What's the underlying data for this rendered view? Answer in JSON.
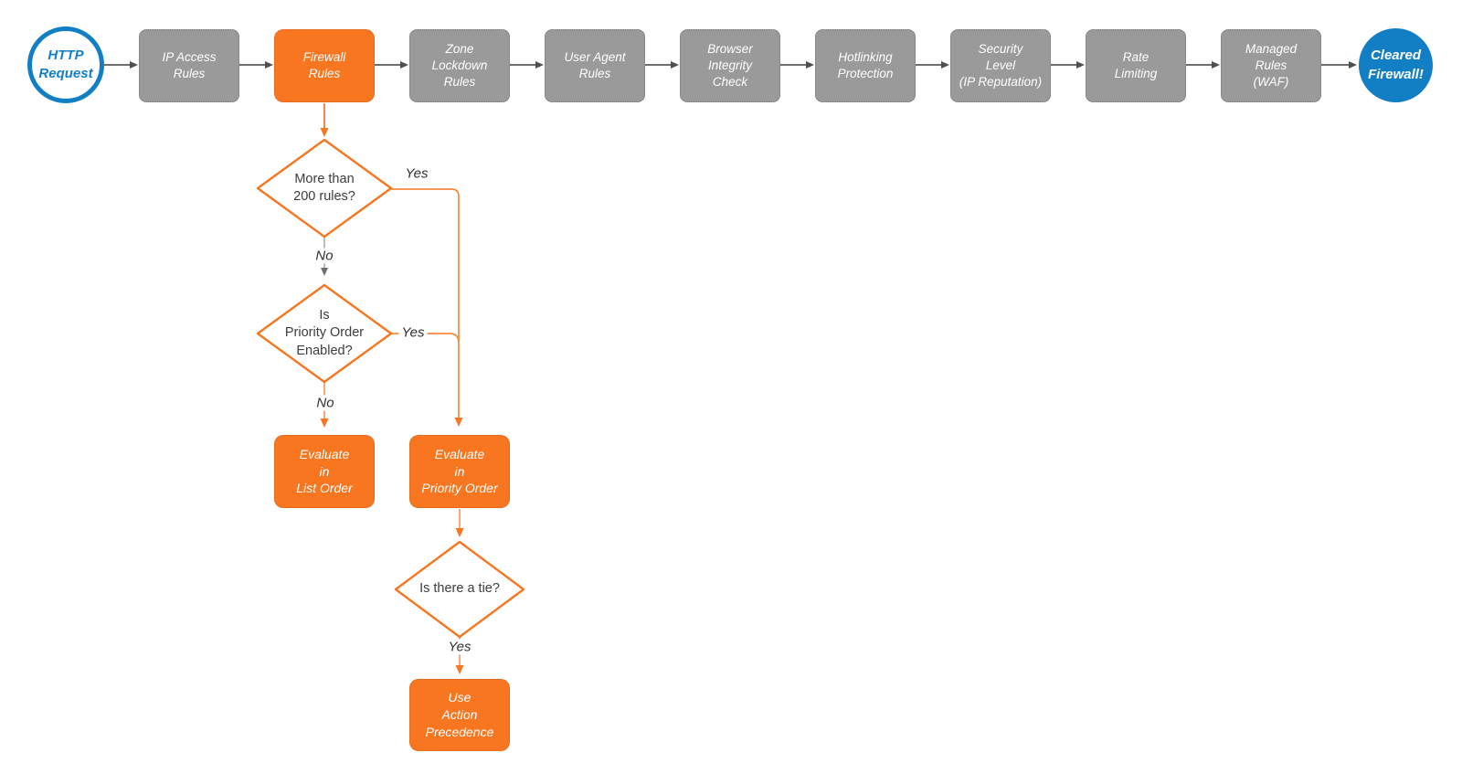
{
  "pipeline": {
    "start": "HTTP\nRequest",
    "stages": [
      "IP Access\nRules",
      "Firewall\nRules",
      "Zone\nLockdown\nRules",
      "User Agent\nRules",
      "Browser\nIntegrity\nCheck",
      "Hotlinking\nProtection",
      "Security\nLevel\n(IP Reputation)",
      "Rate\nLimiting",
      "Managed\nRules\n(WAF)"
    ],
    "end": "Cleared\nFirewall!"
  },
  "decisions": {
    "more_than_200_rules": "More than\n200 rules?",
    "priority_order_enabled": "Is\nPriority Order\nEnabled?",
    "is_there_a_tie": "Is there a tie?"
  },
  "actions": {
    "evaluate_list_order": "Evaluate\nin\nList Order",
    "evaluate_priority_order": "Evaluate\nin\nPriority Order",
    "use_action_precedence": "Use\nAction\nPrecedence"
  },
  "edge_labels": {
    "yes_rules": "Yes",
    "no_rules": "No",
    "yes_priority": "Yes",
    "no_priority": "No",
    "yes_tie": "Yes"
  },
  "colors": {
    "orange": "#F7761F",
    "gray_node": "#9A9A9A",
    "blue": "#127FC5",
    "arrow_dark": "#4F4F4F",
    "background": "#FFFFFF"
  }
}
